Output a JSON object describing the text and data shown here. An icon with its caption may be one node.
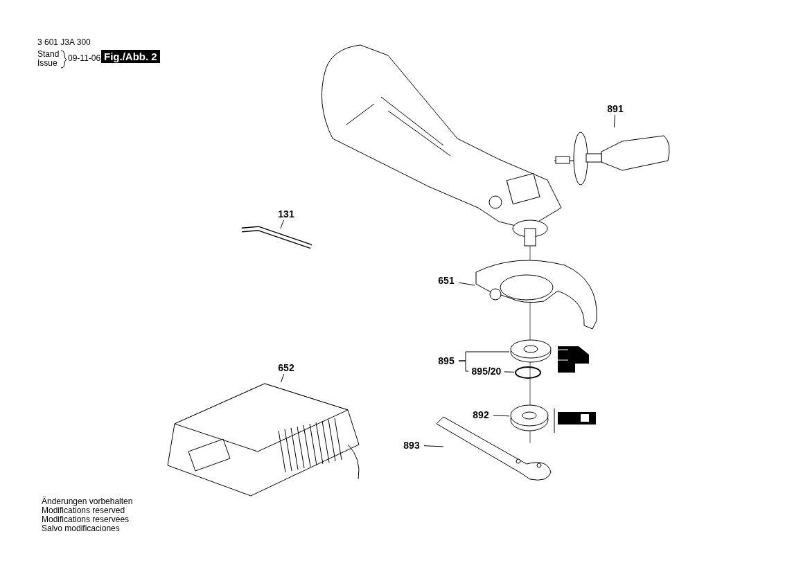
{
  "diagram": {
    "nodes": [
      {
        "text": [
          "891"
        ]
      },
      {
        "text": [],
        "shape": "picture"
      },
      {
        "text": [
          "131"
        ]
      },
      {
        "text": [],
        "shape": "picture"
      },
      {
        "text": [
          "651"
        ]
      },
      {
        "text": [],
        "shape": "picture"
      },
      {
        "text": [
          "652"
        ]
      },
      {
        "text": [],
        "shape": "picture"
      },
      {
        "text": [
          "895"
        ]
      },
      {
        "text": [],
        "shape": "picture"
      },
      {
        "text": [
          "895/20"
        ]
      },
      {
        "text": [],
        "shape": "circle"
      },
      {
        "text": [
          "892"
        ]
      },
      {
        "text": [],
        "shape": "picture"
      },
      {
        "text": [
          "893"
        ]
      },
      {
        "text": [],
        "shape": "picture"
      }
    ],
    "edges": [
      {
        "from": 0,
        "to": 1,
        "arrow": "none"
      },
      {
        "from": 2,
        "to": 3,
        "arrow": "none"
      },
      {
        "from": 4,
        "to": 5,
        "arrow": "none"
      },
      {
        "from": 6,
        "to": 7,
        "arrow": "none"
      },
      {
        "from": 8,
        "to": 9,
        "arrow": "none"
      },
      {
        "from": 10,
        "to": 11,
        "arrow": "none"
      },
      {
        "from": 12,
        "to": 13,
        "arrow": "none"
      },
      {
        "from": 14,
        "to": 15,
        "arrow": "none"
      },
      {
        "from": 8,
        "to": 10,
        "arrow": "none"
      }
    ],
    "labels": [
      "3 601 J3A 300",
      "Stand",
      "Issue",
      "09-11-06",
      "Fig./Abb. 2",
      "Änderungen vorbehalten",
      "Modifications reserved",
      "Modifications reservees",
      "Salvo modificaciones"
    ]
  }
}
